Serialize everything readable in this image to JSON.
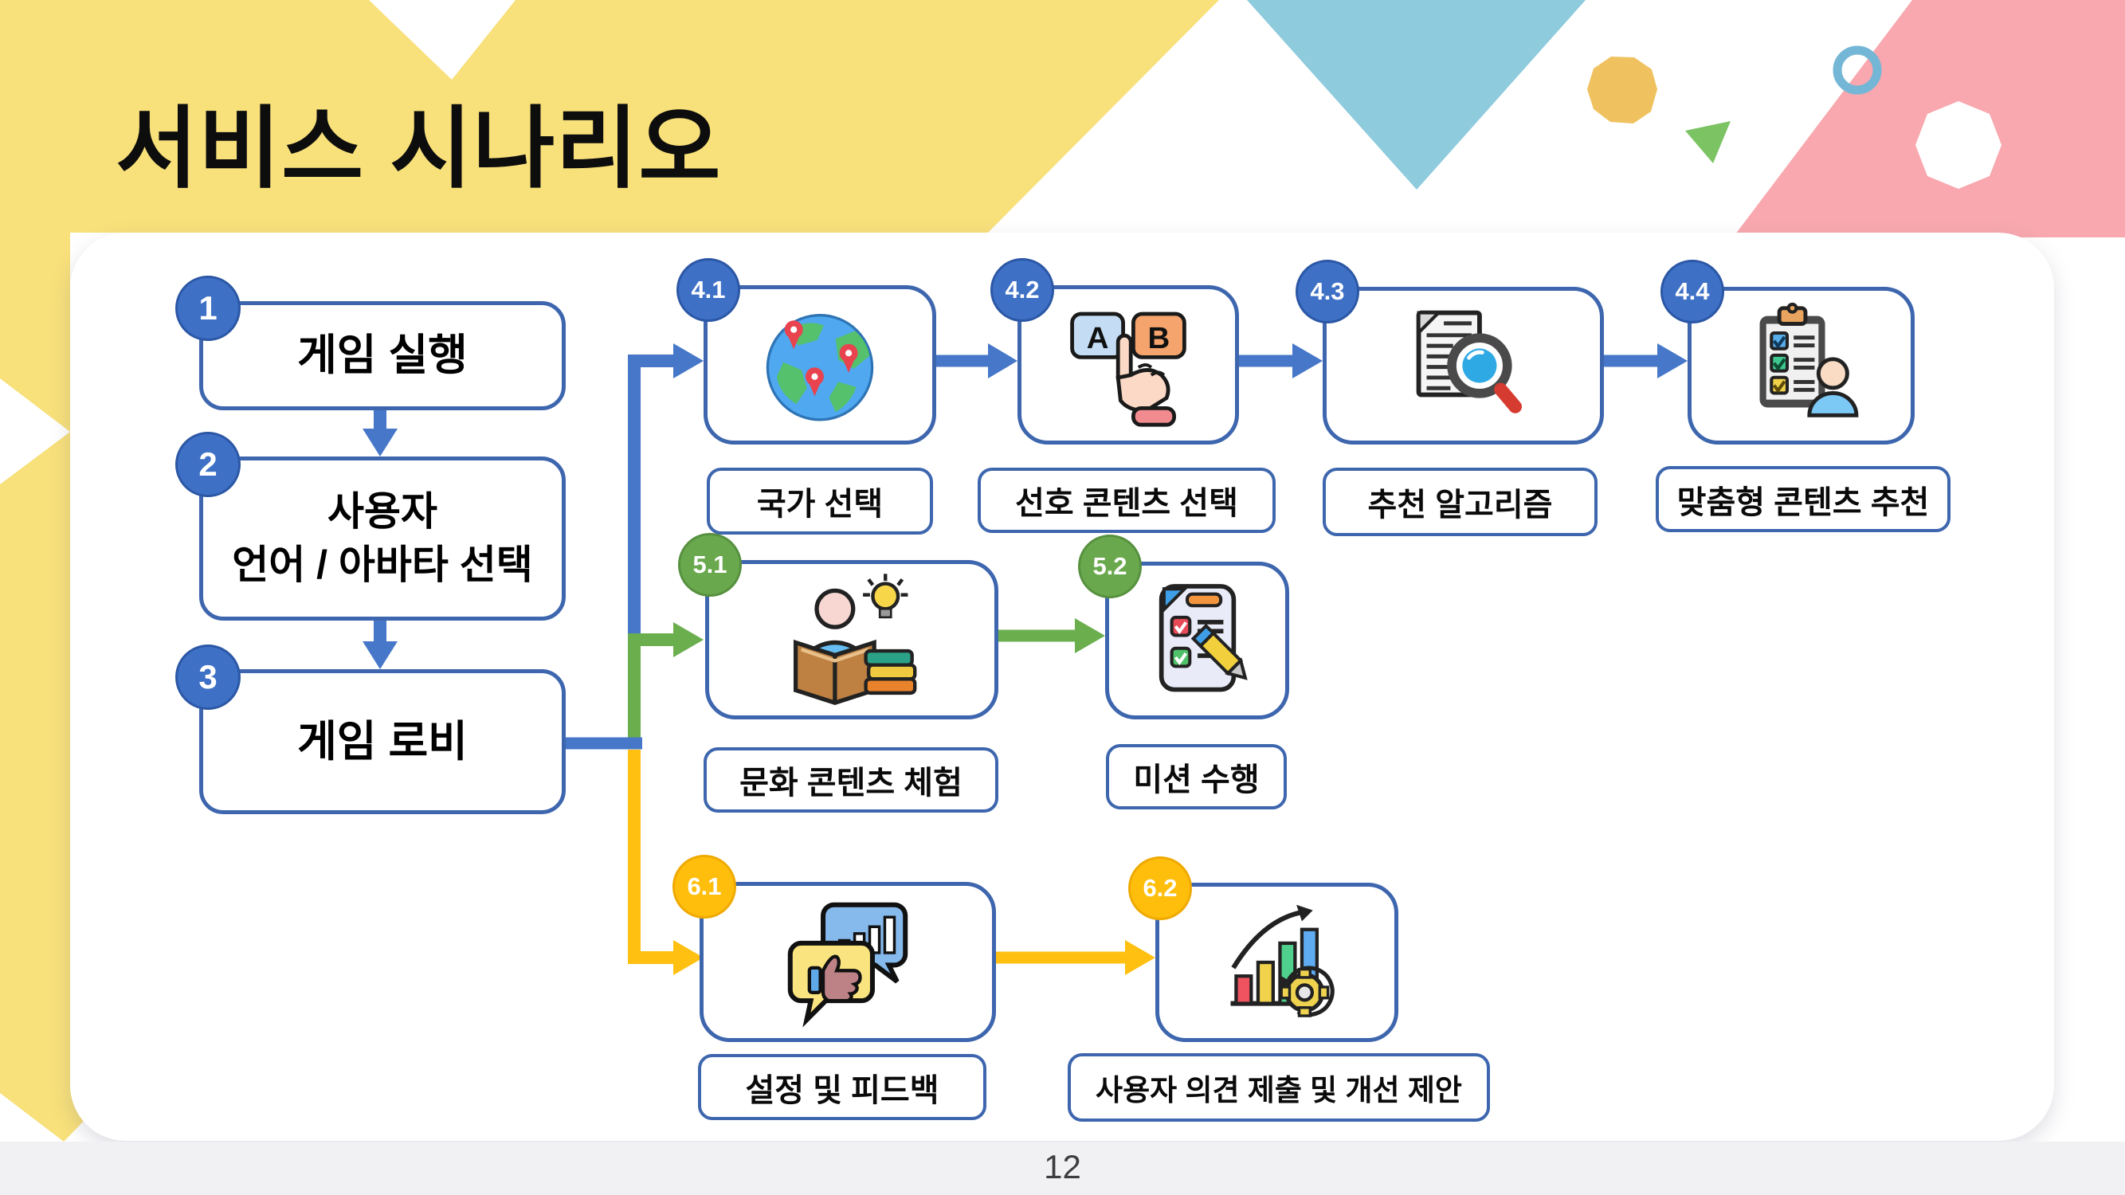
{
  "title": "서비스 시나리오",
  "page_number": "12",
  "colors": {
    "blue": "#4677C8",
    "green": "#6AAE4E",
    "yellow": "#FFC012",
    "badge_blue": "#3E70C6",
    "badge_green": "#69A84D",
    "badge_yellow": "#FFBE0B",
    "box_border": "#3D66AE",
    "deco_yellow": "#F8E07A",
    "deco_sky": "#8ECBDD",
    "deco_pink": "#F8A8AE",
    "deco_orange": "#EFC25F",
    "deco_green": "#7CC364",
    "deco_ring": "#74B6D6"
  },
  "main_flow": {
    "steps": [
      {
        "badge": "1",
        "label": "게임 실행"
      },
      {
        "badge": "2",
        "label_line1": "사용자",
        "label_line2": "언어 / 아바타 선택"
      },
      {
        "badge": "3",
        "label": "게임 로비"
      }
    ]
  },
  "branches": [
    {
      "name": "blue-branch",
      "steps": [
        {
          "badge": "4.1",
          "icon": "globe-icon",
          "caption": "국가 선택"
        },
        {
          "badge": "4.2",
          "icon": "ab-keys-icon",
          "caption": "선호 콘텐츠 선택"
        },
        {
          "badge": "4.3",
          "icon": "document-search-icon",
          "caption": "추천 알고리즘"
        },
        {
          "badge": "4.4",
          "icon": "checklist-person-icon",
          "caption": "맞춤형 콘텐츠 추천"
        }
      ]
    },
    {
      "name": "green-branch",
      "steps": [
        {
          "badge": "5.1",
          "icon": "reading-person-icon",
          "caption": "문화 콘텐츠 체험"
        },
        {
          "badge": "5.2",
          "icon": "mission-checklist-icon",
          "caption": "미션 수행"
        }
      ]
    },
    {
      "name": "yellow-branch",
      "steps": [
        {
          "badge": "6.1",
          "icon": "feedback-bubbles-icon",
          "caption": "설정 및 피드백"
        },
        {
          "badge": "6.2",
          "icon": "improvement-chart-icon",
          "caption": "사용자 의견 제출 및 개선 제안"
        }
      ]
    }
  ],
  "ab_keys": {
    "left": "A",
    "right": "B"
  }
}
